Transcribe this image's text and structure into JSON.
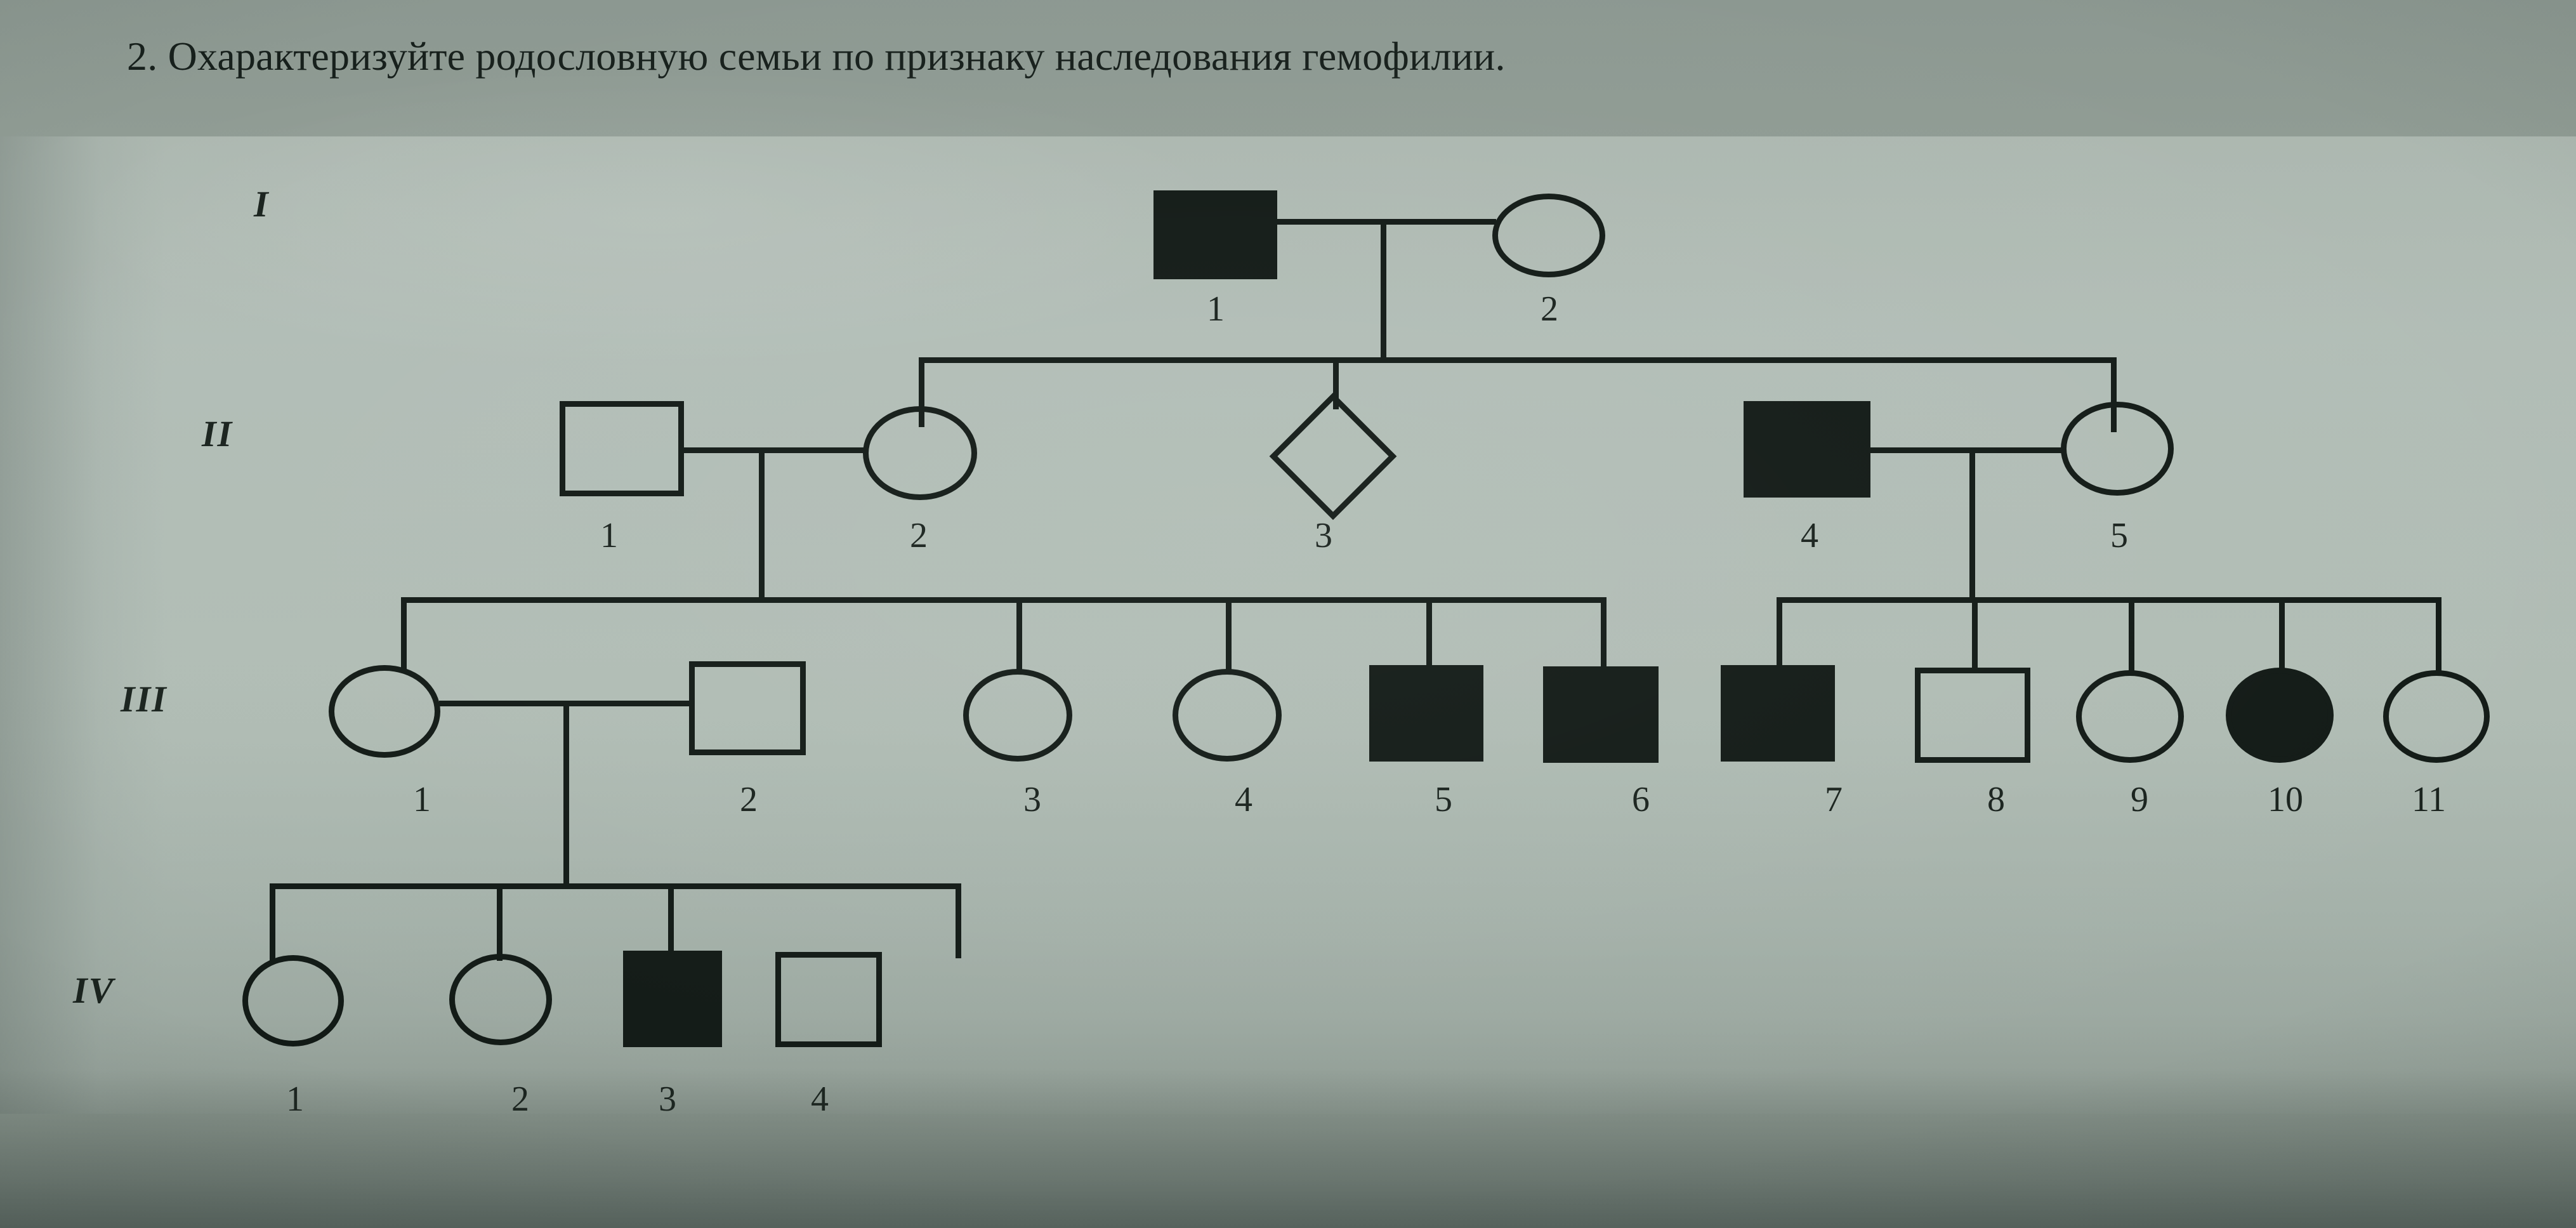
{
  "page": {
    "title": "2. Охарактеризуйте родословную семьи по признаку наследования гемофилии."
  },
  "colors": {
    "ink": "#121a16",
    "paper": "#97a39b",
    "affected_fill": "#121a16"
  },
  "legend": {
    "square_meaning": "male",
    "circle_meaning": "female",
    "diamond_meaning": "unspecified-sex",
    "filled_meaning": "affected",
    "open_meaning": "unaffected"
  },
  "generations": [
    {
      "roman": "I",
      "members": [
        {
          "id": "1",
          "shape": "square",
          "filled": true
        },
        {
          "id": "2",
          "shape": "circle",
          "filled": false
        }
      ]
    },
    {
      "roman": "II",
      "members": [
        {
          "id": "1",
          "shape": "square",
          "filled": false
        },
        {
          "id": "2",
          "shape": "circle",
          "filled": false
        },
        {
          "id": "3",
          "shape": "diamond",
          "filled": false
        },
        {
          "id": "4",
          "shape": "square",
          "filled": true
        },
        {
          "id": "5",
          "shape": "circle",
          "filled": false
        }
      ]
    },
    {
      "roman": "III",
      "members": [
        {
          "id": "1",
          "shape": "circle",
          "filled": false
        },
        {
          "id": "2",
          "shape": "square",
          "filled": false
        },
        {
          "id": "3",
          "shape": "circle",
          "filled": false
        },
        {
          "id": "4",
          "shape": "circle",
          "filled": false
        },
        {
          "id": "5",
          "shape": "square",
          "filled": true
        },
        {
          "id": "6",
          "shape": "square",
          "filled": true
        },
        {
          "id": "7",
          "shape": "square",
          "filled": true
        },
        {
          "id": "8",
          "shape": "square",
          "filled": false
        },
        {
          "id": "9",
          "shape": "circle",
          "filled": false
        },
        {
          "id": "10",
          "shape": "circle",
          "filled": true
        },
        {
          "id": "11",
          "shape": "circle",
          "filled": false
        }
      ]
    },
    {
      "roman": "IV",
      "members": [
        {
          "id": "1",
          "shape": "circle",
          "filled": false
        },
        {
          "id": "2",
          "shape": "circle",
          "filled": false
        },
        {
          "id": "3",
          "shape": "square",
          "filled": true
        },
        {
          "id": "4",
          "shape": "square",
          "filled": false
        }
      ]
    }
  ],
  "matings": [
    {
      "partners": [
        "I-1",
        "I-2"
      ],
      "children": [
        "II-2",
        "II-3",
        "II-5"
      ]
    },
    {
      "partners": [
        "II-1",
        "II-2"
      ],
      "children": [
        "III-1",
        "III-3",
        "III-4",
        "III-5",
        "III-6"
      ]
    },
    {
      "partners": [
        "II-4",
        "II-5"
      ],
      "children": [
        "III-7",
        "III-8",
        "III-9",
        "III-10",
        "III-11"
      ]
    },
    {
      "partners": [
        "III-1",
        "III-2"
      ],
      "children": [
        "IV-1",
        "IV-2",
        "IV-3",
        "IV-4"
      ]
    }
  ]
}
